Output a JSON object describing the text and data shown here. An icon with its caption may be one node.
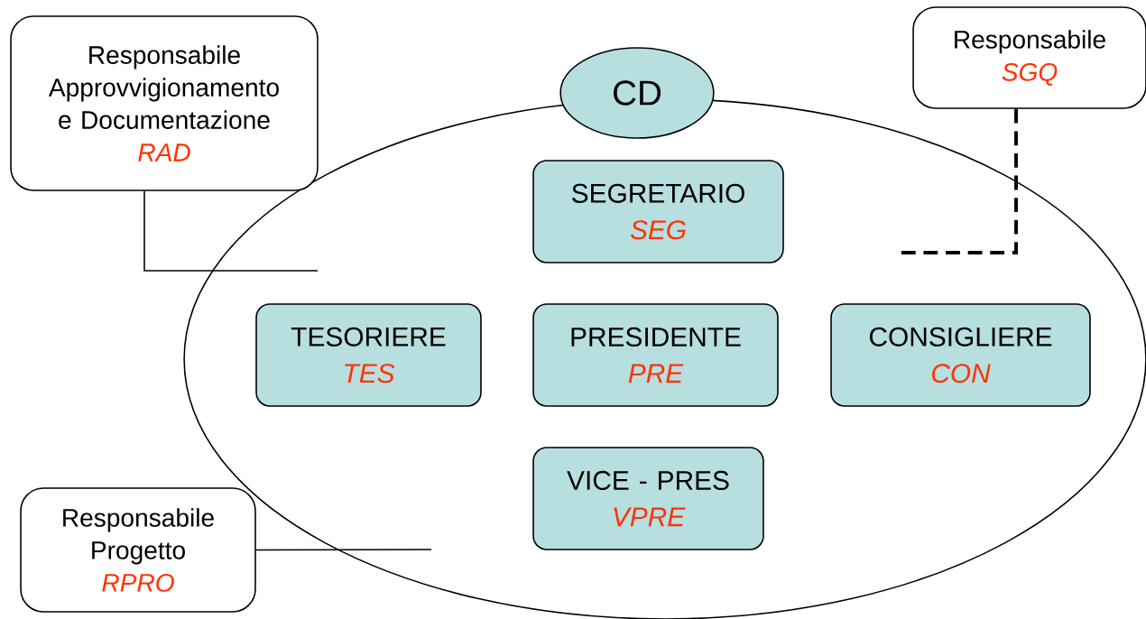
{
  "diagram": {
    "nodes": [
      {
        "text": [
          "Responsabile Approvvigionamento e Documentazione",
          "RAD"
        ]
      },
      {
        "text": [
          "CD"
        ]
      },
      {
        "text": [
          "Responsabile",
          "SGQ"
        ]
      },
      {
        "text": [],
        "shape": "ellipse"
      },
      {
        "text": [
          "SEGRETARIO",
          "SEG"
        ],
        "in": 3
      },
      {
        "text": [
          "TESORIERE",
          "TES"
        ],
        "in": 3
      },
      {
        "text": [
          "PRESIDENTE",
          "PRE"
        ],
        "in": 3
      },
      {
        "text": [
          "CONSIGLIERE",
          "CON"
        ],
        "in": 3
      },
      {
        "text": [
          "VICE - PRES",
          "VPRE"
        ],
        "in": 3
      },
      {
        "text": [
          "Responsabile Progetto",
          "RPRO"
        ]
      }
    ],
    "edges": [
      {
        "from": 0,
        "to": 3,
        "arrow": "none"
      },
      {
        "from": 2,
        "to": 3,
        "arrow": "none",
        "style": "dashed"
      },
      {
        "from": 9,
        "to": 3,
        "arrow": "none"
      }
    ]
  }
}
